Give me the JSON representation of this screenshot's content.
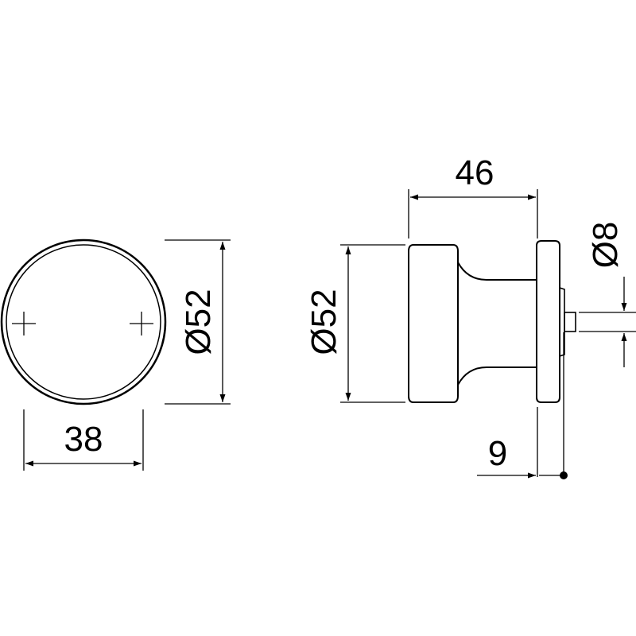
{
  "dimensions": {
    "front_diameter": "Ø52",
    "front_width": "38",
    "side_diameter": "Ø52",
    "side_length": "46",
    "spindle_diameter": "Ø8",
    "rose_offset": "9"
  },
  "colors": {
    "line": "#000000",
    "background": "#ffffff"
  }
}
